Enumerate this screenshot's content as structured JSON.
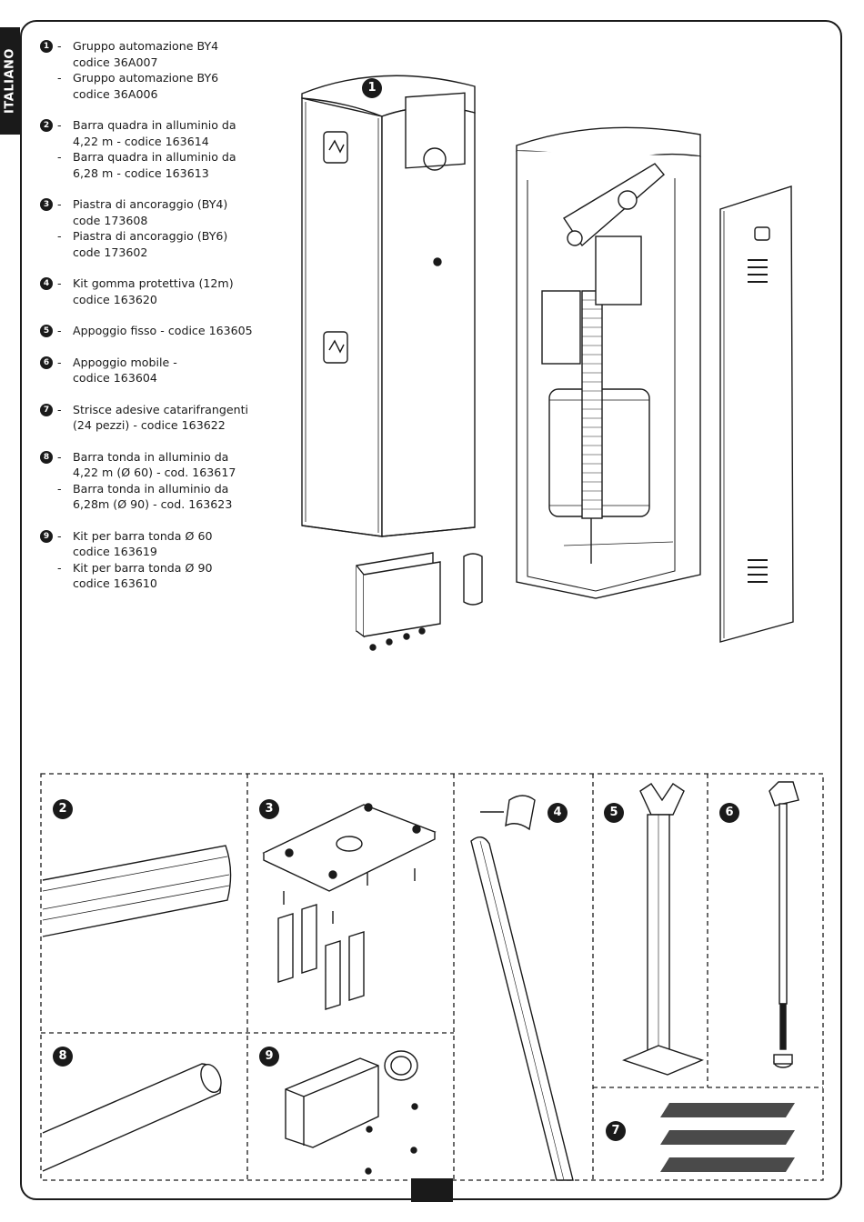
{
  "language_tab": "ITALIANO",
  "parts": [
    {
      "num": "1",
      "lines": [
        "Gruppo automazione BY4",
        "codice 36A007"
      ],
      "sub": [
        "Gruppo automazione BY6",
        "codice 36A006"
      ]
    },
    {
      "num": "2",
      "lines": [
        "Barra quadra in alluminio da",
        "4,22 m - codice 163614"
      ],
      "sub": [
        "Barra quadra in alluminio da",
        "6,28 m - codice 163613"
      ]
    },
    {
      "num": "3",
      "lines": [
        "Piastra di ancoraggio (BY4)",
        "code 173608"
      ],
      "sub": [
        "Piastra di ancoraggio (BY6)",
        "code 173602"
      ]
    },
    {
      "num": "4",
      "lines": [
        "Kit gomma protettiva (12m)",
        "codice 163620"
      ]
    },
    {
      "num": "5",
      "lines": [
        "Appoggio fisso - codice 163605"
      ]
    },
    {
      "num": "6",
      "lines": [
        "Appoggio mobile -",
        "codice 163604"
      ]
    },
    {
      "num": "7",
      "lines": [
        "Strisce adesive catarifrangenti",
        "(24 pezzi) - codice 163622"
      ]
    },
    {
      "num": "8",
      "lines": [
        "Barra tonda in alluminio da",
        "4,22 m (Ø 60) - cod. 163617"
      ],
      "sub": [
        "Barra tonda in alluminio da",
        "6,28m (Ø 90) - cod. 163623"
      ]
    },
    {
      "num": "9",
      "lines": [
        "Kit per barra tonda Ø 60",
        "codice 163619"
      ],
      "sub": [
        "Kit per barra tonda Ø 90",
        "codice 163610"
      ]
    }
  ],
  "figure_badges": {
    "b1": "1",
    "b2": "2",
    "b3": "3",
    "b4": "4",
    "b5": "5",
    "b6": "6",
    "b7": "7",
    "b8": "8",
    "b9": "9"
  },
  "dash_char": "-"
}
